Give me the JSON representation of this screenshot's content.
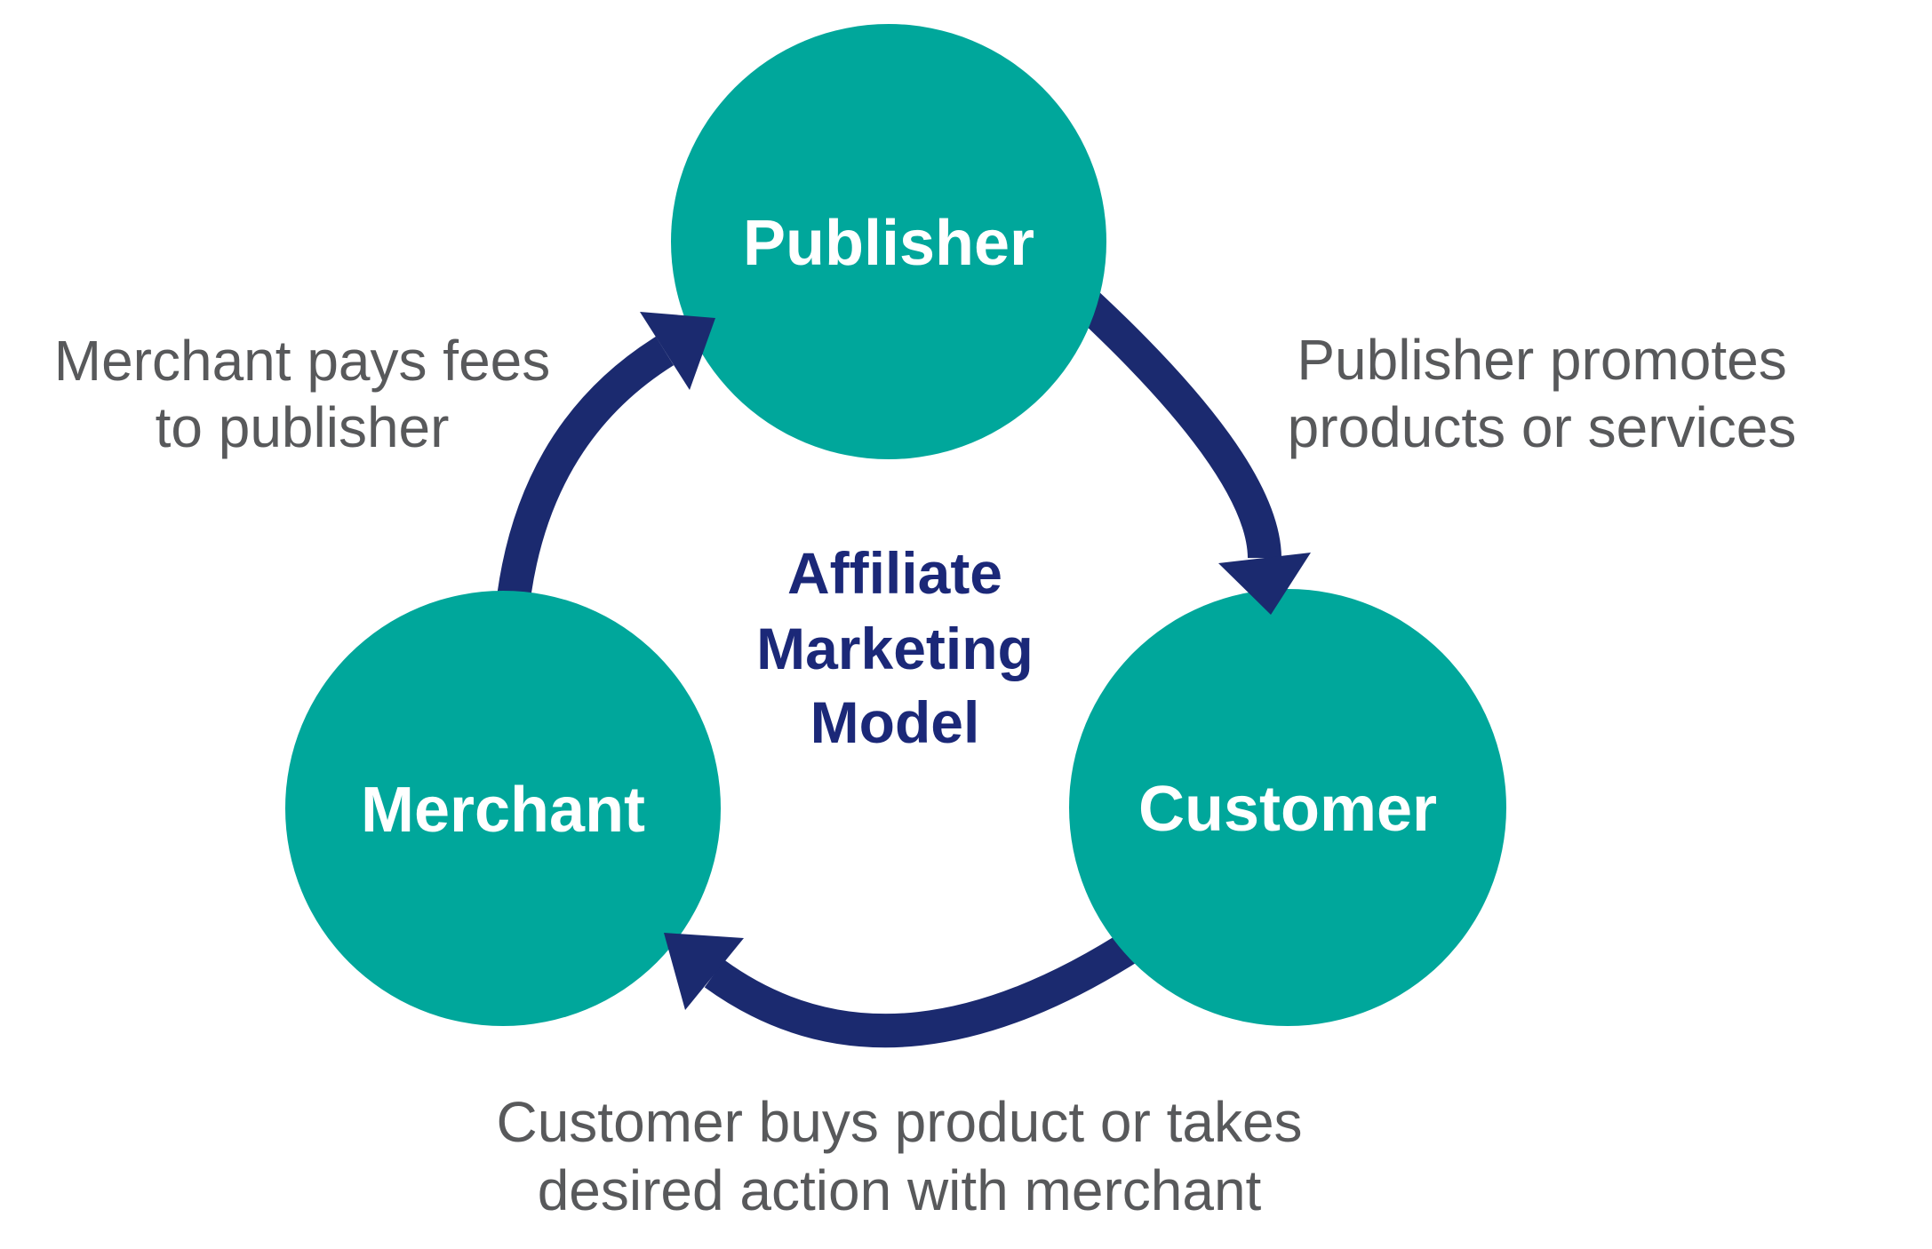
{
  "diagram": {
    "title_lines": [
      "Affiliate",
      "Marketing",
      "Model"
    ],
    "nodes": {
      "publisher": {
        "label": "Publisher"
      },
      "merchant": {
        "label": "Merchant"
      },
      "customer": {
        "label": "Customer"
      }
    },
    "annotations": {
      "merchant_to_publisher": {
        "line1": "Merchant pays fees",
        "line2": "to publisher"
      },
      "publisher_to_customer": {
        "line1": "Publisher promotes",
        "line2": "products or services"
      },
      "customer_to_merchant": {
        "line1": "Customer buys product or takes",
        "line2": "desired action with merchant"
      }
    },
    "colors": {
      "teal": "#00A79B",
      "navy_arrow": "#1B2A6F",
      "navy_title": "#1B2878",
      "gray_text": "#58595B",
      "label_text": "#FFFFFF",
      "background": "#FFFFFF"
    }
  }
}
